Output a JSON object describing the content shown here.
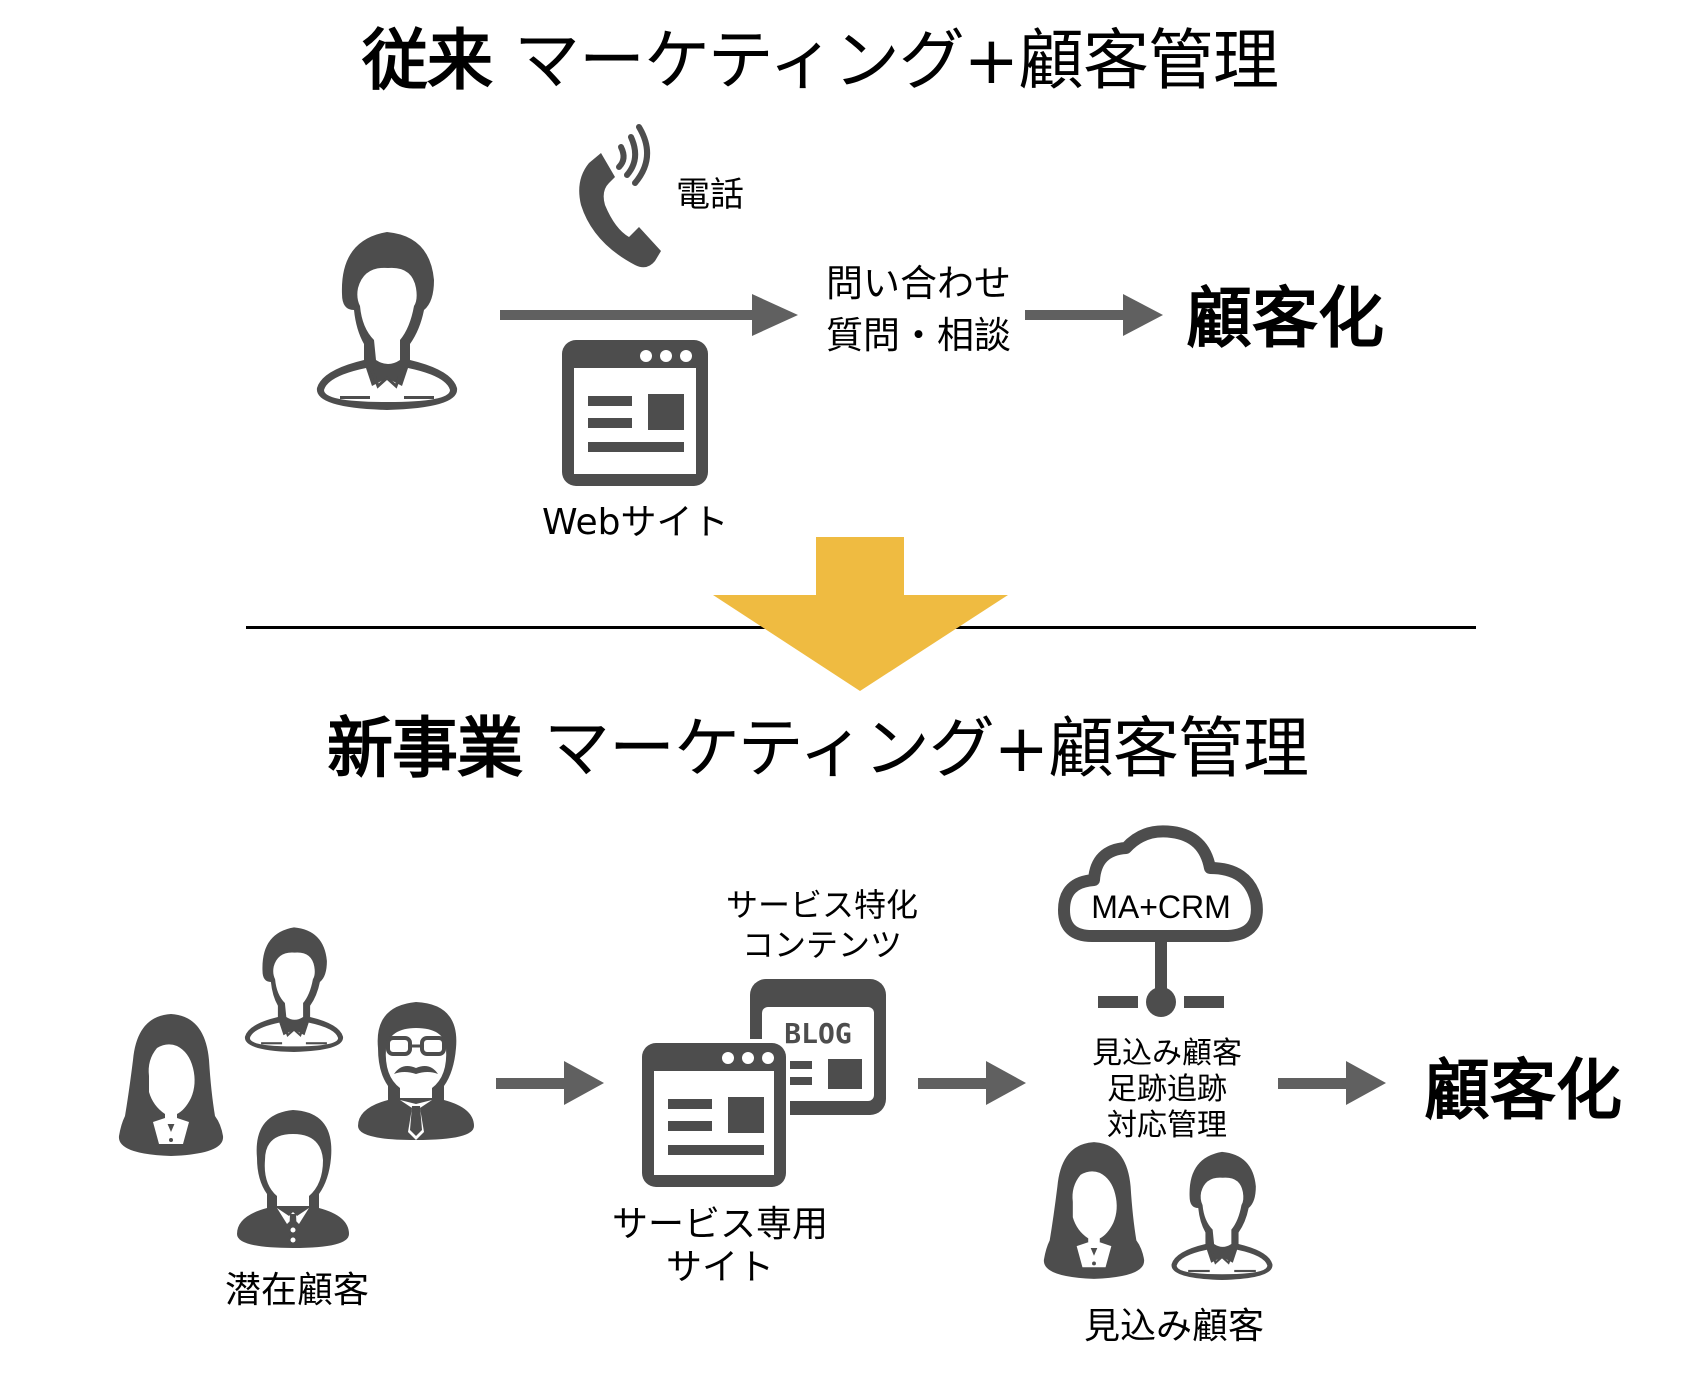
{
  "colors": {
    "icon": "#4d4d4d",
    "arrow": "#606060",
    "highlight_arrow": "#efbb41",
    "divider": "#000000",
    "text": "#000000"
  },
  "top": {
    "title_bold": "従来",
    "title_rest": "マーケティング+顧客管理",
    "phone_label": "電話",
    "website_label": "Webサイト",
    "inquiry_line1": "問い合わせ",
    "inquiry_line2": "質問・相談",
    "result": "顧客化"
  },
  "bottom": {
    "title_bold": "新事業",
    "title_rest": "マーケティング+顧客管理",
    "potential_label": "潜在顧客",
    "content_line1": "サービス特化",
    "content_line2": "コンテンツ",
    "blog_text": "BLOG",
    "site_line1": "サービス専用",
    "site_line2": "サイト",
    "cloud_text": "MA+CRM",
    "mgmt_line1": "見込み顧客",
    "mgmt_line2": "足跡追跡",
    "mgmt_line3": "対応管理",
    "prospect_label": "見込み顧客",
    "result": "顧客化"
  }
}
